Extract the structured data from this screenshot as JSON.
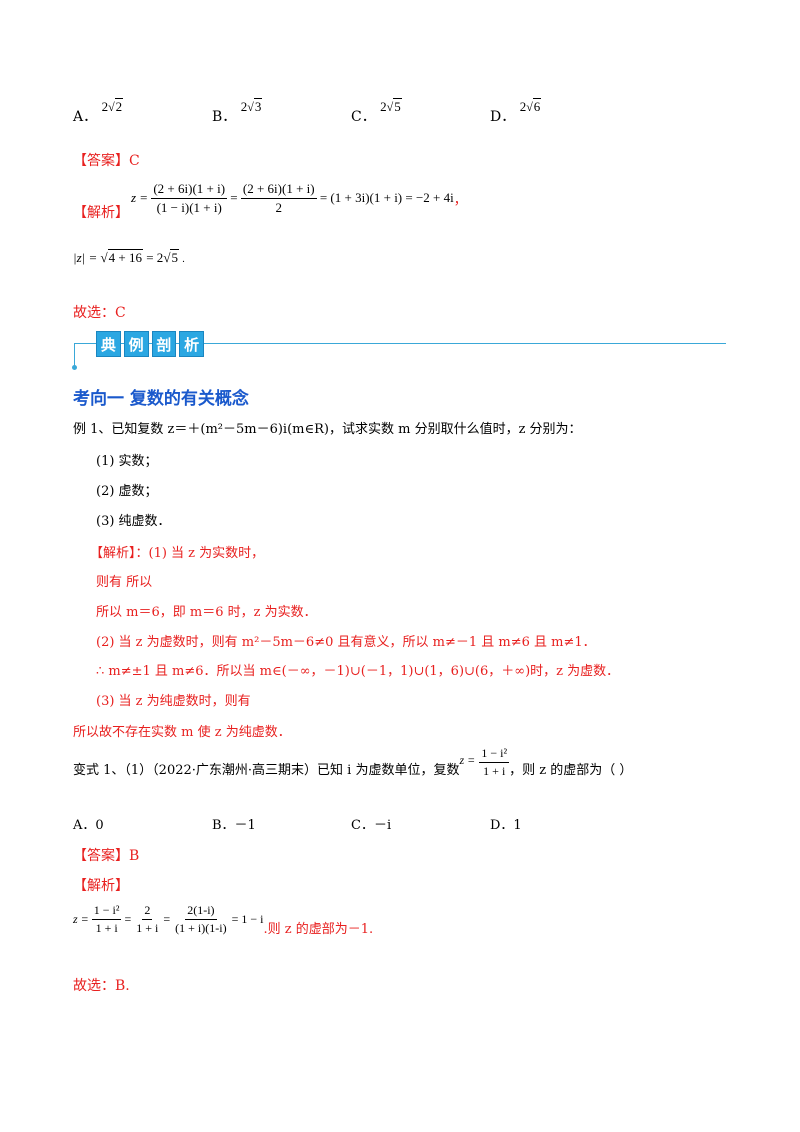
{
  "q1_options": [
    {
      "label": "A．",
      "coef": "2",
      "rad": "2"
    },
    {
      "label": "B．",
      "coef": "2",
      "rad": "3"
    },
    {
      "label": "C．",
      "coef": "2",
      "rad": "5"
    },
    {
      "label": "D．",
      "coef": "2",
      "rad": "6"
    }
  ],
  "q1_answer": "【答案】C",
  "q1_jiexi": "【解析】",
  "q1_steps": {
    "z_eq": "z =",
    "f1_num": "(2 + 6i)(1 + i)",
    "f1_den": "(1 − i)(1 + i)",
    "eq1": "=",
    "f2_num": "(2 + 6i)(1 + i)",
    "f2_den": "2",
    "rest": "= (1 + 3i)(1 + i) = −2 + 4i",
    "comma": "，"
  },
  "q1_modulus": {
    "lhs": "|z| =",
    "rad": "4 + 16",
    "rhs": "= 2",
    "rad2": "5",
    "dot": "."
  },
  "q1_conclusion": "故选：C",
  "banner_chars": [
    "典",
    "例",
    "剖",
    "析"
  ],
  "section_title": "考向一  复数的有关概念",
  "example1": {
    "stem": "例 1、已知复数 z＝＋(m²－5m－6)i(m∈R)，试求实数 m 分别取什么值时，z 分别为：",
    "parts": [
      "(1)  实数；",
      "(2)  虚数；",
      "(3)  纯虚数．"
    ],
    "sol1": "【解析】：(1)  当 z 为实数时，",
    "sol2": "则有    所以",
    "sol3": "所以 m＝6，即 m＝6 时，z 为实数．",
    "sol4": "(2)  当 z 为虚数时，则有 m²－5m－6≠0 且有意义，所以 m≠－1 且 m≠6 且 m≠1．",
    "sol5": "∴   m≠±1 且 m≠6．所以当 m∈(－∞，－1)∪(－1，1)∪(1，6)∪(6，＋∞)时，z 为虚数．",
    "sol6": "(3)  当 z 为纯虚数时，则有",
    "sol7": "所以故不存在实数 m 使 z 为纯虚数．"
  },
  "variant1": {
    "stem_pre": "变式 1、（1）（2022·广东潮州·高三期末）已知 i 为虚数单位，复数",
    "z_eq": "z =",
    "f_num": "1 − i²",
    "f_den": "1 + i",
    "stem_post": "，则 z 的虚部为（              ）",
    "options": [
      "A．0",
      "B．－1",
      "C．－i",
      "D．1"
    ],
    "answer": "【答案】B",
    "jiexi": "【解析】",
    "sol_z": "z =",
    "s1_num": "1 − i²",
    "s1_den": "1 + i",
    "s2_num": "2",
    "s2_den": "1 + i",
    "s3_num": "2(1-i)",
    "s3_den": "(1 + i)(1-i)",
    "s_end": "= 1 − i",
    "s_red": ".则 z 的虚部为－1.",
    "conclusion": "故选：B."
  }
}
